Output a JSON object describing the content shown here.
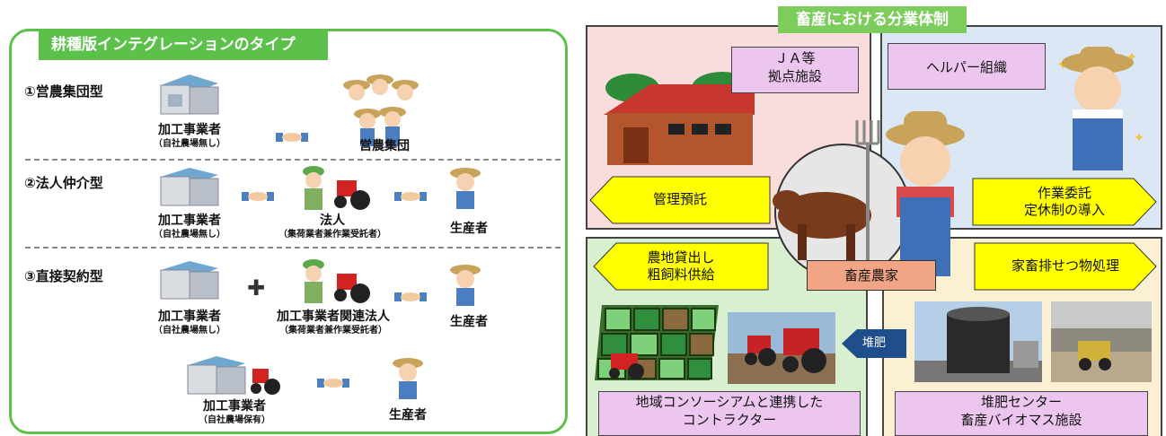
{
  "left_panel": {
    "title": "耕種版インテグレーションのタイプ",
    "types": [
      {
        "label": "①営農集団型"
      },
      {
        "label": "②法人仲介型"
      },
      {
        "label": "③直接契約型"
      }
    ],
    "row1": {
      "processor": "加工事業者",
      "processor_note": "（自社農場無し）",
      "group": "営農集団"
    },
    "row2": {
      "processor": "加工事業者",
      "processor_note": "（自社農場無し）",
      "corp": "法人",
      "corp_note": "（集荷業者兼作業受託者）",
      "producer": "生産者"
    },
    "row3": {
      "processor": "加工事業者",
      "processor_note": "（自社農場無し）",
      "corp": "加工事業者関連法人",
      "corp_note": "（集荷業者兼作業受託者）",
      "producer": "生産者"
    },
    "row4": {
      "processor": "加工事業者",
      "processor_note": "（自社農場保有）",
      "producer": "生産者"
    }
  },
  "right_panel": {
    "title": "畜産における分業体制",
    "ja_box": "ＪＡ等\n拠点施設",
    "helper_box": "ヘルパー組織",
    "arrow_management": "管理預託",
    "arrow_work": "作業委託\n定休制の導入",
    "arrow_land": "農地貸出し\n粗飼料供給",
    "arrow_manure": "家畜排せつ物処理",
    "center_label": "畜産農家",
    "compost_arrow": "堆肥",
    "contractor_box": "地域コンソーシアムと連携した\nコントラクター",
    "compost_center_box": "堆肥センター\n畜産バイオマス施設"
  },
  "colors": {
    "green_border": "#5cc14a",
    "title_green": "#7ccd5b",
    "pink_quad": "#f9dcdc",
    "blue_quad": "#dbe7f5",
    "green_quad": "#d8f0cf",
    "yellow_quad": "#fbf0d2",
    "pink_box": "#ecc6ee",
    "arrow_yellow": "#ffff00",
    "center_box": "#f2a585"
  }
}
